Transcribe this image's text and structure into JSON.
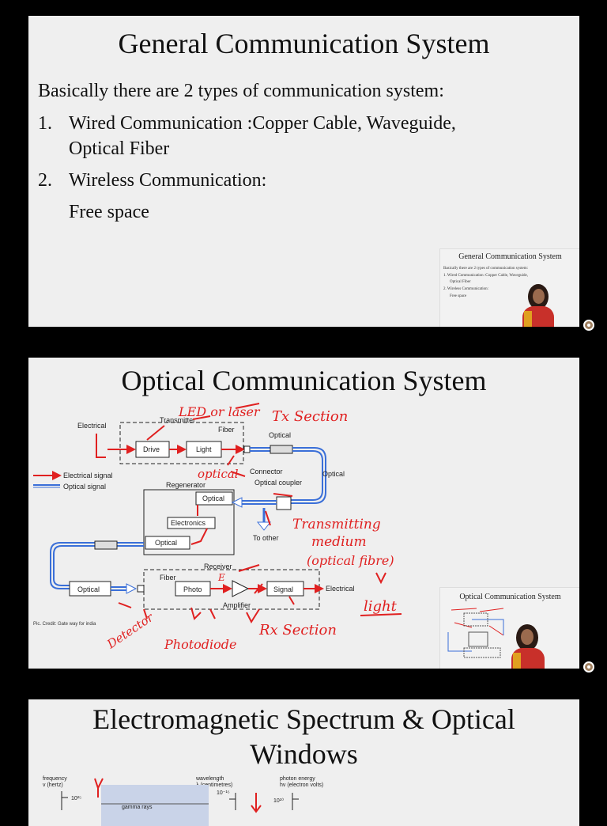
{
  "slide1": {
    "title": "General Communication System",
    "intro": "Basically there are 2 types of communication system:",
    "item1_num": "1.",
    "item1_line1": "Wired Communication :Copper Cable, Waveguide,",
    "item1_line2": "Optical Fiber",
    "item2_num": "2.",
    "item2_line1": "Wireless  Communication:",
    "item2_line2": "Free space"
  },
  "slide2": {
    "title": "Optical Communication System",
    "diagram": {
      "electrical": "Electrical",
      "transmitter": "Transmitter",
      "fiber": "Fiber",
      "drive": "Drive",
      "light": "Light",
      "optical_top": "Optical",
      "electrical_signal": "Electrical signal",
      "optical_signal": "Optical signal",
      "connector": "Connector",
      "optical_coupler": "Optical coupler",
      "optical_right": "Optical",
      "regenerator": "Regenerator",
      "reg_optical_1": "Optical",
      "electronics": "Electronics",
      "reg_optical_2": "Optical",
      "to_other": "To other",
      "receiver": "Receiver",
      "rx_fiber": "Fiber",
      "rx_optical": "Optical",
      "photo": "Photo",
      "amplifier": "Amplifier",
      "signal": "Signal",
      "rx_electrical": "Electrical",
      "credit": "Pic. Credit: Gate way for india"
    },
    "annotations": {
      "led_or_laser": "LED or laser",
      "tx_section": "Tx Section",
      "optical": "optical",
      "transmitting": "Transmitting",
      "medium": "medium",
      "optical_fibre": "(optical fibre)",
      "light": "light",
      "detector": "Detector",
      "photodiode": "Photodiode",
      "rx_section": "Rx Section",
      "e_mark": "E"
    }
  },
  "slide3": {
    "title_line1": "Electromagnetic Spectrum & Optical",
    "title_line2": "Windows",
    "frequency": "frequency",
    "frequency_unit": "v (hertz)",
    "wavelength": "wavelength",
    "wavelength_unit": "λ (centimetres)",
    "photon_energy": "photon energy",
    "photon_unit": "hv (electron volts)",
    "freq_tick": "10²⁵",
    "wave_tick": "10⁻¹⁵",
    "energy_tick": "10¹⁰",
    "gamma": "gamma rays"
  },
  "thumb1": {
    "title": "General Communication System",
    "l1": "Basically there are 2 types of communication system:",
    "l2": "1.  Wired Communication :Copper Cable, Waveguide,",
    "l3": "Optical Fiber",
    "l4": "2.  Wireless  Communication:",
    "l5": "Free space"
  },
  "thumb2": {
    "title": "Optical Communication System"
  }
}
